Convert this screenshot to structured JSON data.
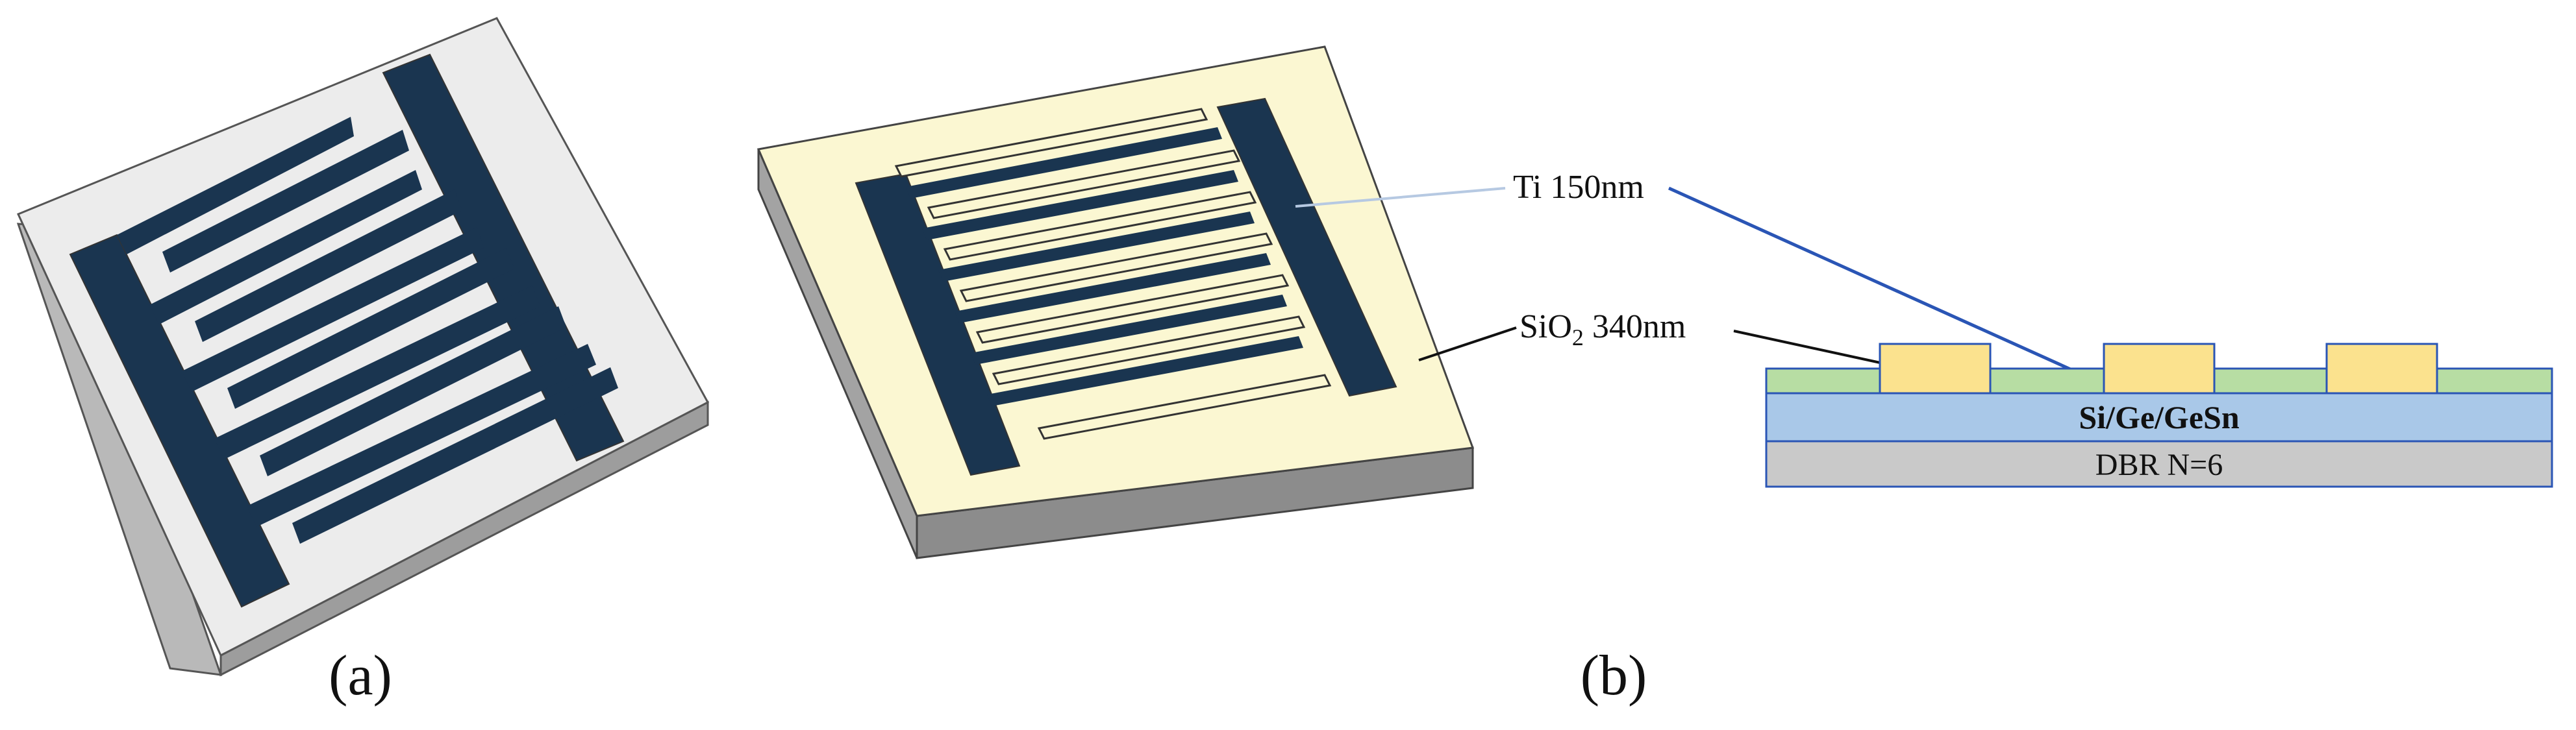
{
  "panel_a": {
    "caption": "(a)"
  },
  "panel_b": {
    "caption": "(b)",
    "ti_label": "Ti 150nm",
    "sio2_label_main": "SiO",
    "sio2_label_sub": "2",
    "sio2_label_rest": " 340nm",
    "layer_active": "Si/Ge/GeSn",
    "layer_dbr": "DBR N=6"
  },
  "colors": {
    "electrode_dark": "#1a3550",
    "substrate_a_top": "#ececec",
    "substrate_a_side": "#b9b9b9",
    "substrate_b_top": "#fbf7d2",
    "substrate_b_side": "#a3a3a3",
    "pad_yellow": "#fbe28e",
    "oxide_green": "#b7dda3",
    "active_blue": "#a9c8e8",
    "dbr_gray": "#c9c9c9",
    "leader_blue": "#2a55b5"
  }
}
